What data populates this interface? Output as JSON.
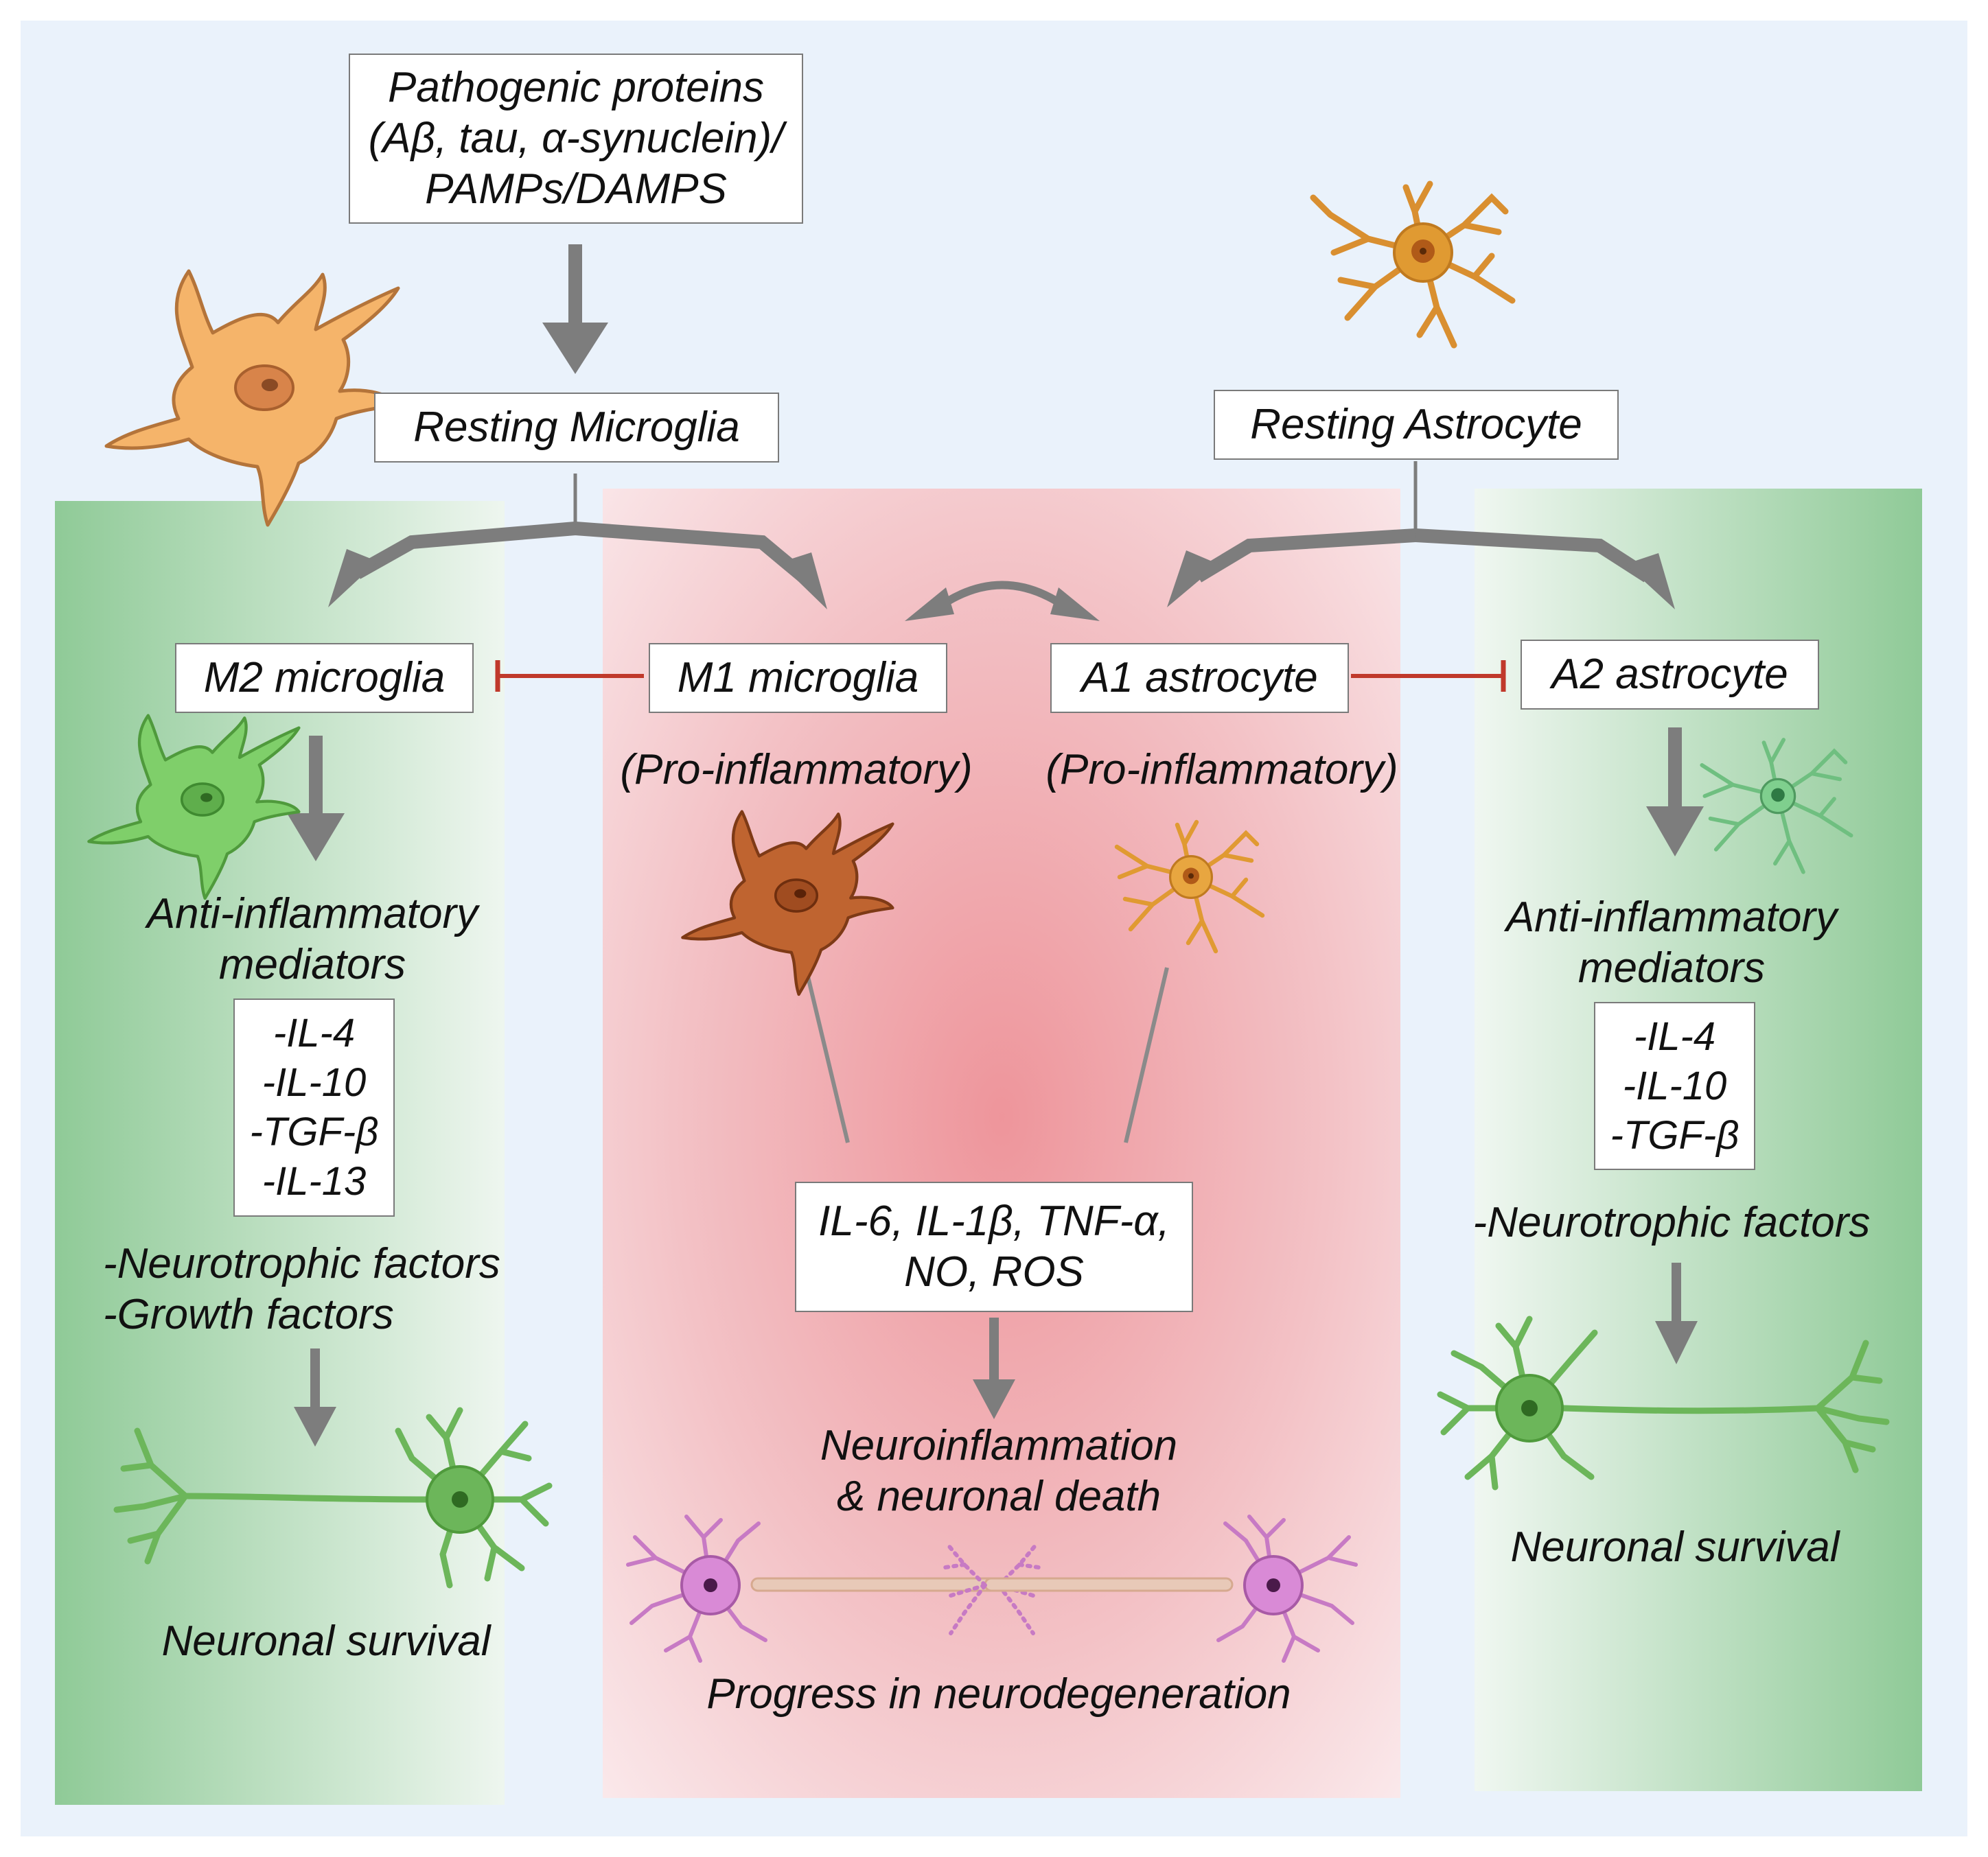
{
  "colors": {
    "background": "#eaf2fb",
    "green_panel": "#8fca97",
    "pink_center": "#ef9aa0",
    "arrow": "#7d7d7d",
    "inhibit": "#c0392b",
    "microglia_resting": "#f5b46a",
    "microglia_m2": "#7fcf6a",
    "microglia_m1": "#bf6430",
    "astrocyte": "#e09a32",
    "astrocyte_a2": "#6fbf80",
    "neuron_healthy": "#6cb65a",
    "neuron_dying": "#c77ac4"
  },
  "trigger": {
    "lines": [
      "Pathogenic proteins",
      "(Aβ, tau, α-synuclein)/",
      "PAMPs/DAMPS"
    ]
  },
  "resting_microglia": "Resting Microglia",
  "resting_astrocyte": "Resting Astrocyte",
  "m2": {
    "title": "M2 microglia",
    "mediators_lines": [
      "Anti-inflammatory",
      "mediators"
    ],
    "cytokines": [
      "-IL-4",
      "-IL-10",
      "-TGF-β",
      "-IL-13"
    ],
    "factors": [
      "-Neurotrophic factors",
      "-Growth factors"
    ],
    "outcome": "Neuronal survival"
  },
  "m1": {
    "title": "M1 microglia",
    "subtitle": "(Pro-inflammatory)"
  },
  "a1": {
    "title": "A1 astrocyte",
    "subtitle": "(Pro-inflammatory)"
  },
  "a2": {
    "title": "A2 astrocyte",
    "mediators_lines": [
      "Anti-inflammatory",
      "mediators"
    ],
    "cytokines": [
      "-IL-4",
      "-IL-10",
      "-TGF-β"
    ],
    "factors": [
      "-Neurotrophic factors"
    ],
    "outcome": "Neuronal survival"
  },
  "center": {
    "cytokine_lines": [
      "IL-6, IL-1β, TNF-α,",
      "NO, ROS"
    ],
    "outcome_lines": [
      "Neuroinflammation",
      "& neuronal death"
    ],
    "progress": "Progress in neurodegeneration"
  },
  "icons": [
    "microglia-resting-icon",
    "astrocyte-resting-icon",
    "microglia-m2-icon",
    "microglia-m1-icon",
    "astrocyte-a1-icon",
    "astrocyte-a2-icon",
    "neuron-healthy-icon",
    "neuron-degenerating-icon"
  ]
}
